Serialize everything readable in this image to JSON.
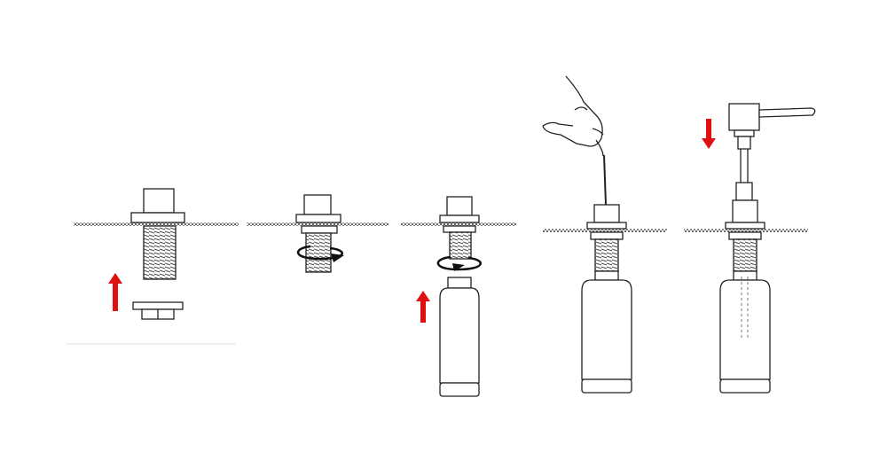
{
  "figure": {
    "steps": [
      {
        "index": 1,
        "arrow": "up",
        "rotation": "none"
      },
      {
        "index": 2,
        "arrow": "none",
        "rotation": "clockwise"
      },
      {
        "index": 3,
        "arrow": "up",
        "rotation": "clockwise"
      },
      {
        "index": 4,
        "arrow": "none",
        "rotation": "none"
      },
      {
        "index": 5,
        "arrow": "down",
        "rotation": "none"
      }
    ]
  },
  "colors": {
    "line": "#222222",
    "arrow": "#e01010",
    "fill": "#ffffff",
    "thread": "#555555",
    "countertop": "#444444"
  }
}
